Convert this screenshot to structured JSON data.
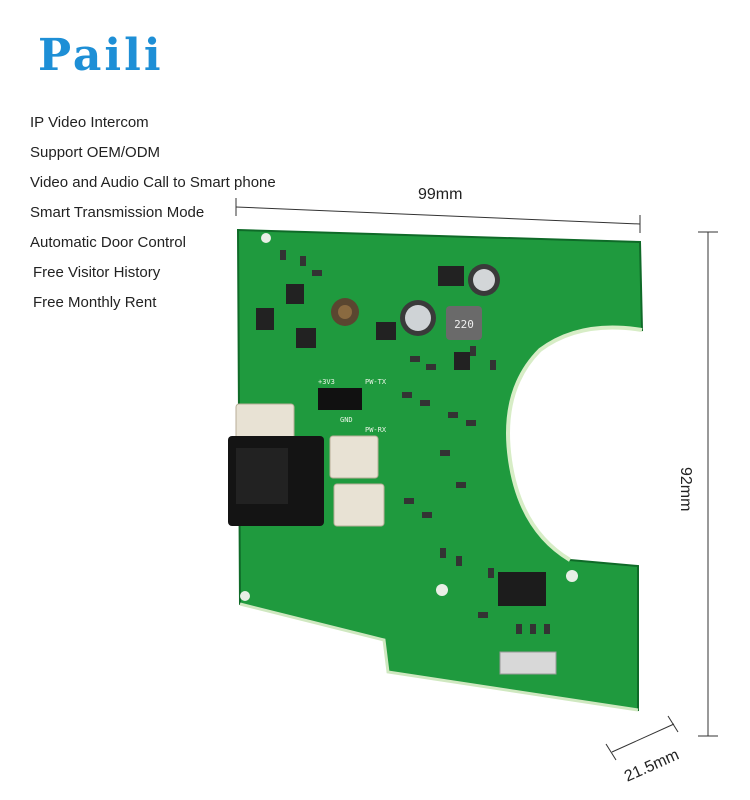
{
  "brand": {
    "logo_text": "Paili",
    "color": "#1e8fd6"
  },
  "features": [
    "IP Video Intercom",
    "Support OEM/ODM",
    "Video and Audio Call to Smart phone",
    "Smart Transmission Mode",
    "Automatic Door Control",
    "Free Visitor History",
    "Free Monthly Rent"
  ],
  "dimensions": {
    "width": "99mm",
    "height": "92mm",
    "depth": "21.5mm"
  },
  "board": {
    "pcb_color": "#1f9a3e",
    "silkscreen": {
      "label_3v3": "+3V3",
      "label_txd": "PW-TX",
      "label_rxd": "PW-RX",
      "label_gnd": "GND"
    },
    "inductor_marking": "220"
  }
}
